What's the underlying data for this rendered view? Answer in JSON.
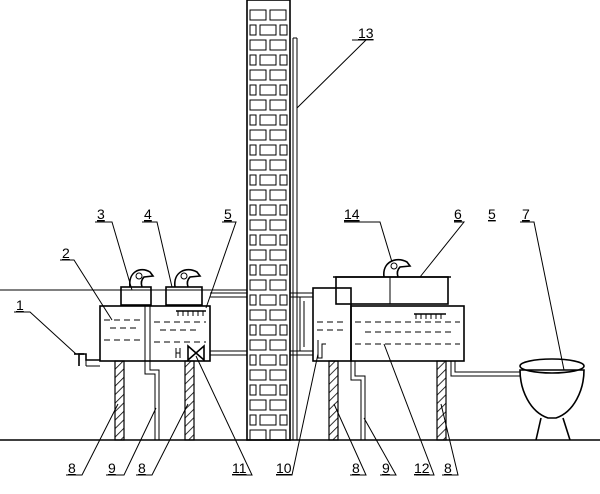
{
  "labels": {
    "n1": "1",
    "n2": "2",
    "n3": "3",
    "n4": "4",
    "n5a": "5",
    "n5b": "5",
    "n6": "6",
    "n7": "7",
    "n8a": "8",
    "n8b": "8",
    "n8c": "8",
    "n8d": "8",
    "n9a": "9",
    "n9b": "9",
    "n10": "10",
    "n11": "11",
    "n12": "12",
    "n13": "13",
    "n14": "14"
  }
}
